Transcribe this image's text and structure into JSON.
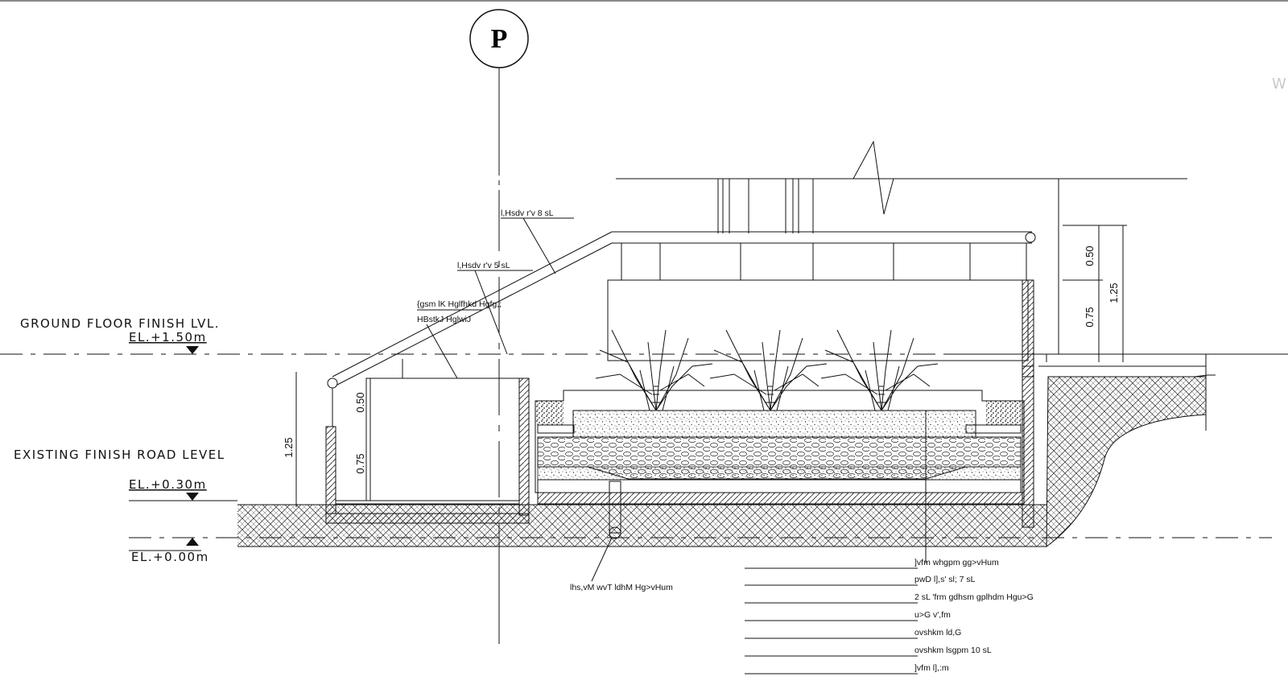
{
  "grid_marker": "P",
  "levels": {
    "ground_floor_label": "GROUND FLOOR FINISH LVL.",
    "ground_floor_el": "EL.+1.50m",
    "road_label": "EXISTING FINISH ROAD LEVEL",
    "road_el": "EL.+0.30m",
    "zero_el": "EL.+0.00m"
  },
  "dimensions": {
    "left_total": "1.25",
    "left_upper": "0.50",
    "left_lower": "0.75",
    "right_upper": "0.50",
    "right_lower": "0.75",
    "right_total": "1.25"
  },
  "notes": {
    "handrail_8": "l,Hsdv r'v 8    sL",
    "handrail_5": "l,Hsdv r'v 5    sL",
    "wall_note_1": "{gsm lK Hglfhkd Hgfg,;",
    "wall_note_2": "HBstkJ HglwiJ",
    "drain_pipe": "lhs,vM wvT ldhM Hg>vHum"
  },
  "layers": [
    "]vfm whgpm gg>vHum",
    "pwD l],s' sl;  7    sL",
    "2    sL 'frm gdhsm gplhdm Hgu>G",
    "u>G v',fm",
    "ovshkm ld,G",
    "ovshkm lsgpm    10     sL",
    "]vfm l],:m"
  ],
  "watermark": "W"
}
